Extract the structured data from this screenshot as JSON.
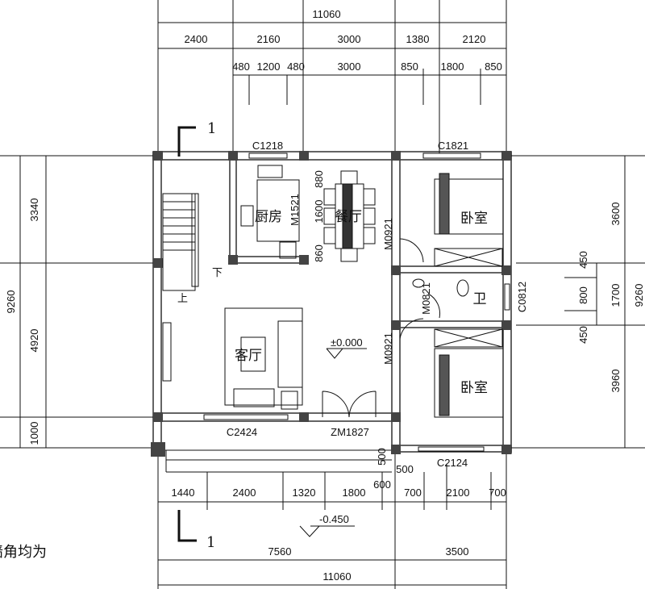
{
  "dimensions": {
    "top": {
      "total": "11060",
      "axis": [
        "2400",
        "2160",
        "3000",
        "1380",
        "2120"
      ],
      "detail": [
        "480",
        "1200",
        "480",
        "3000",
        "850",
        "1800",
        "850"
      ]
    },
    "left": {
      "segments": [
        "3340",
        "4920",
        "1000"
      ],
      "total": "9260"
    },
    "right": {
      "segments": [
        "3600",
        "1700",
        "3960"
      ],
      "detail": [
        "450",
        "800",
        "450"
      ],
      "total": "9260"
    },
    "bottom": {
      "detail": [
        "1440",
        "2400",
        "1320",
        "1800",
        "700",
        "2100",
        "700"
      ],
      "axis": [
        "7560",
        "3500"
      ],
      "total": "11060",
      "step": [
        "500",
        "500",
        "600"
      ]
    },
    "dining": [
      "880",
      "1600",
      "860"
    ]
  },
  "rooms": {
    "kitchen": "厨房",
    "dining": "餐厅",
    "bedroom1": "卧室",
    "bath": "卫",
    "living": "客厅",
    "bedroom2": "卧室"
  },
  "openings": {
    "c1218": "C1218",
    "c1821": "C1821",
    "c2424": "C2424",
    "c2124": "C2124",
    "c0812": "C0812",
    "m1521": "M1521",
    "m0921a": "M0921",
    "m0921b": "M0921",
    "m0821": "M0821",
    "zm1827": "ZM1827"
  },
  "levels": {
    "floor": "±0.000",
    "outdoor": "-0.450"
  },
  "stairs": {
    "up": "上",
    "down": "下"
  },
  "section": {
    "top": "1",
    "bottom": "1"
  },
  "note": "墙角均为"
}
